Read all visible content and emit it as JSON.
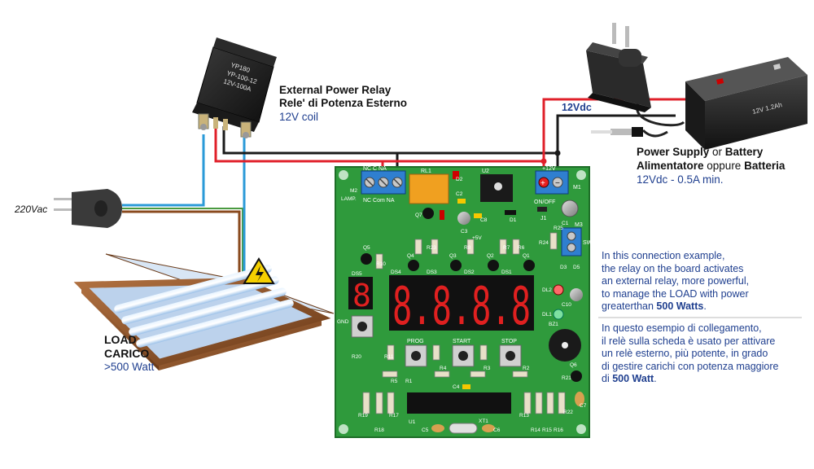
{
  "relay_label": {
    "title_en": "External Power Relay",
    "title_it": "Rele' di Potenza Esterno",
    "coil": "12V coil",
    "case_line1": "YP180",
    "case_line2": "YP-100-12",
    "case_line3": "12V-100A"
  },
  "mains_label": "220Vac",
  "load_label": {
    "line1": "LOAD",
    "line2": "CARICO",
    "power": ">500 Watt"
  },
  "supply_label": {
    "voltage_tag": "12Vdc",
    "line1a": "Power Supply",
    "line1b": " or ",
    "line1c": "Battery",
    "line2a": "Alimentatore",
    "line2b": " oppure ",
    "line2c": "Batteria",
    "line3": "12Vdc - 0.5A min."
  },
  "description_en": {
    "l1": "In this connection example,",
    "l2": "the relay on the board activates",
    "l3": "an external relay, more powerful,",
    "l4": "to manage the LOAD with power",
    "l5a": "greaterthan ",
    "l5b": "500 Watts",
    "l5c": "."
  },
  "description_it": {
    "l1": "In questo esempio di collegamento,",
    "l2": "il relè sulla scheda è usato per attivare",
    "l3": "un relè esterno, più potente, in grado",
    "l4": "di gestire carichi con potenza maggiore",
    "l5a": "di ",
    "l5b": "500 Watt",
    "l5c": "."
  },
  "board": {
    "terminal_top": "NC C NA",
    "terminal_bottom": "NC Com NA",
    "m2": "M2",
    "lamp": "LAMP.",
    "rl1": "RL1",
    "u2": "U2",
    "plus_12v": "+12V",
    "m1": "M1",
    "on_off": "ON/OFF",
    "j1": "J1",
    "m3": "M3",
    "sw": "SW",
    "display_digits": "8.8.8.8",
    "single_digit": "8",
    "prog": "PROG",
    "start": "START",
    "stop": "STOP",
    "gnd": "GND",
    "ds_labels": [
      "DS5",
      "DS4",
      "DS3",
      "DS2",
      "DS1"
    ],
    "q_labels": [
      "Q7",
      "Q5",
      "Q4",
      "Q3",
      "Q2",
      "Q1",
      "Q6"
    ],
    "misc_labels": [
      "D2",
      "C2",
      "C3",
      "C8",
      "D1",
      "R23",
      "R8",
      "R7",
      "R6",
      "R24",
      "R25",
      "C1",
      "D3",
      "D5",
      "DL2",
      "C10",
      "DL1",
      "BZ1",
      "R10",
      "R11",
      "R5",
      "R1",
      "R4",
      "R3",
      "R2",
      "C4",
      "R19",
      "R18",
      "R17",
      "R13",
      "R14",
      "R15",
      "R16",
      "R22",
      "C7",
      "C5",
      "C6",
      "XT1",
      "U1",
      "+5V",
      "R21",
      "R20"
    ]
  },
  "battery_text": "12V 1.2Ah",
  "colors": {
    "board_green": "#2f9a3c",
    "wire_red": "#e0202a",
    "wire_black": "#1a1a1a",
    "wire_blue": "#2a9ad8",
    "wire_brown": "#8a4a1e",
    "display_red": "#e02020",
    "text_blue": "#1f3f8f"
  }
}
